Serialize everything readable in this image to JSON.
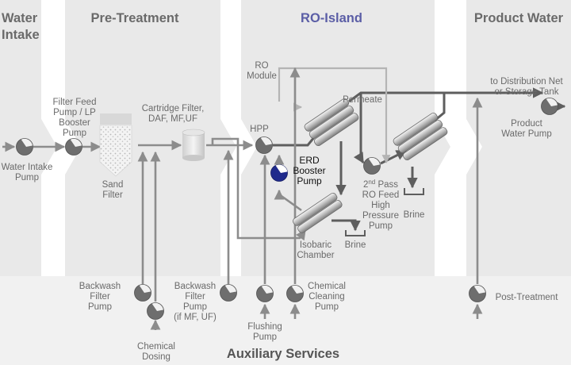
{
  "sections": {
    "water_intake_line1": "Water",
    "water_intake_line2": "Intake",
    "pre_treatment": "Pre-Treatment",
    "ro_island": "RO-Island",
    "product_water": "Product Water",
    "auxiliary_services": "Auxiliary Services"
  },
  "labels": {
    "water_intake_pump_1": "Water Intake",
    "water_intake_pump_2": "Pump",
    "filter_feed_1": "Filter Feed",
    "filter_feed_2": "Pump / LP",
    "filter_feed_3": "Booster",
    "filter_feed_4": "Pump",
    "sand_filter_1": "Sand",
    "sand_filter_2": "Filter",
    "cartridge_1": "Cartridge Filter,",
    "cartridge_2": "DAF, MF,UF",
    "ro_module_1": "RO",
    "ro_module_2": "Module",
    "hpp": "HPP",
    "permeate": "Permeate",
    "erd_1": "ERD",
    "erd_2": "Booster",
    "erd_3": "Pump",
    "second_pass_1": "2",
    "second_pass_sup": "nd",
    "second_pass_1b": " Pass",
    "second_pass_2": "RO Feed",
    "second_pass_3": "High",
    "second_pass_4": "Pressure",
    "second_pass_5": "Pump",
    "brine_upper": "Brine",
    "brine_lower": "Brine",
    "isobaric_1": "Isobaric",
    "isobaric_2": "Chamber",
    "distribution_1": "to Distribution Net",
    "distribution_2": "or Storage Tank",
    "product_pump_1": "Product",
    "product_pump_2": "Water Pump",
    "backwash_filter_1": "Backwash",
    "backwash_filter_2": "Filter",
    "backwash_filter_3": "Pump",
    "chemical_dosing_1": "Chemical",
    "chemical_dosing_2": "Dosing",
    "backwash_mf_1": "Backwash",
    "backwash_mf_2": "Filter",
    "backwash_mf_3": "Pump",
    "backwash_mf_4": "(if MF, UF)",
    "flushing_1": "Flushing",
    "flushing_2": "Pump",
    "cleaning_1": "Chemical",
    "cleaning_2": "Cleaning",
    "cleaning_3": "Pump",
    "post_treatment": "Post-Treatment"
  },
  "colors": {
    "section_bg": "#e9e9e9",
    "band_bg": "#f1f1f1",
    "section_text": "#6a6a6a",
    "ro_accent": "#5b5ea6",
    "pipe": "#8c8c8c",
    "pipe_light": "#b4b4b4",
    "pipe_dark": "#5e5e5e",
    "pump_fill": "#6e6e6e",
    "erd_pump_fill": "#1f2a8c",
    "label_text": "#6a6a6a",
    "erd_text": "#111111"
  },
  "icons": {
    "pump": "pump-icon",
    "erd_pump": "erd-booster-pump-icon",
    "sand_filter": "sand-filter-icon",
    "cartridge_filter": "cartridge-filter-icon",
    "ro_module": "ro-membrane-module-icon",
    "isobaric_chamber": "isobaric-chamber-icon",
    "brine_basin": "brine-basin-icon"
  }
}
